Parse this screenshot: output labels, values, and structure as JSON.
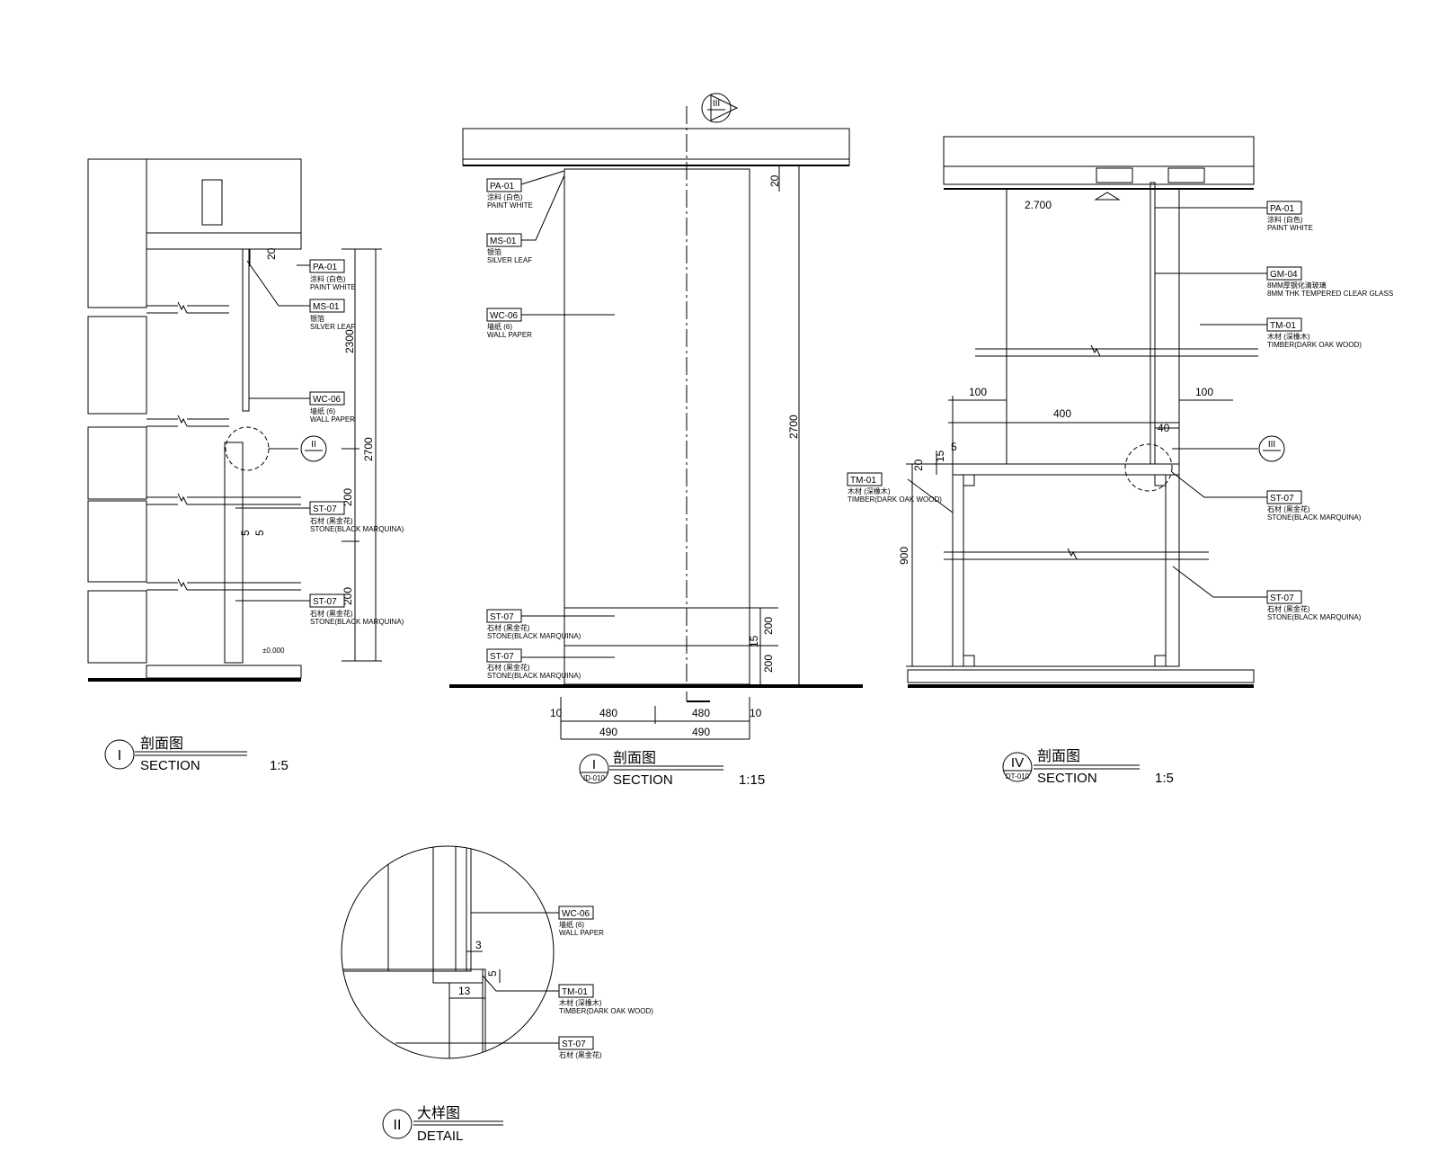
{
  "materials": {
    "PA_01": {
      "code": "PA-01",
      "cn": "涂料 (白色)",
      "en": "PAINT WHITE"
    },
    "MS_01": {
      "code": "MS-01",
      "cn": "银箔",
      "en": "SILVER LEAF"
    },
    "WC_06": {
      "code": "WC-06",
      "cn": "墙纸 (6)",
      "en": "WALL PAPER"
    },
    "ST_07": {
      "code": "ST-07",
      "cn": "石材 (黑金花)",
      "en": "STONE(BLACK MARQUINA)"
    },
    "GM_04": {
      "code": "GM-04",
      "cn": "8MM厚钢化清玻璃",
      "en": "8MM THK TEMPERED CLEAR GLASS"
    },
    "TM_01": {
      "code": "TM-01",
      "cn": "木材 (深橡木)",
      "en": "TIMBER(DARK OAK WOOD)"
    }
  },
  "section_1": {
    "dims": {
      "d20": "20",
      "d2300": "2300",
      "d2700": "2700",
      "d200a": "200",
      "d200b": "200",
      "d5a": "5",
      "d5b": "5"
    },
    "level": "±0.000",
    "callout": "II",
    "title": {
      "symbol": "I",
      "cn": "剖面图",
      "en": "SECTION",
      "scale": "1:5"
    }
  },
  "section_2": {
    "callout": "III",
    "dims": {
      "d20": "20",
      "d2700": "2700",
      "d200a": "200",
      "d200b": "200",
      "d15": "15",
      "b10a": "10",
      "b480a": "480",
      "b480b": "480",
      "b10b": "10",
      "b490a": "490",
      "b490b": "490"
    },
    "title": {
      "symbol": "I",
      "ref": "ID-010",
      "cn": "剖面图",
      "en": "SECTION",
      "scale": "1:15"
    }
  },
  "section_3": {
    "level": "2.700",
    "dims": {
      "d100a": "100",
      "d400": "400",
      "d100b": "100",
      "d40": "40",
      "d5": "5",
      "d15": "15",
      "d20": "20",
      "d900": "900"
    },
    "callout": "III",
    "title": {
      "symbol": "IV",
      "ref": "DT-010",
      "cn": "剖面图",
      "en": "SECTION",
      "scale": "1:5"
    }
  },
  "detail": {
    "dims": {
      "d3": "3",
      "d5": "5",
      "d13": "13"
    },
    "title": {
      "symbol": "II",
      "cn": "大样图",
      "en": "DETAIL"
    }
  }
}
